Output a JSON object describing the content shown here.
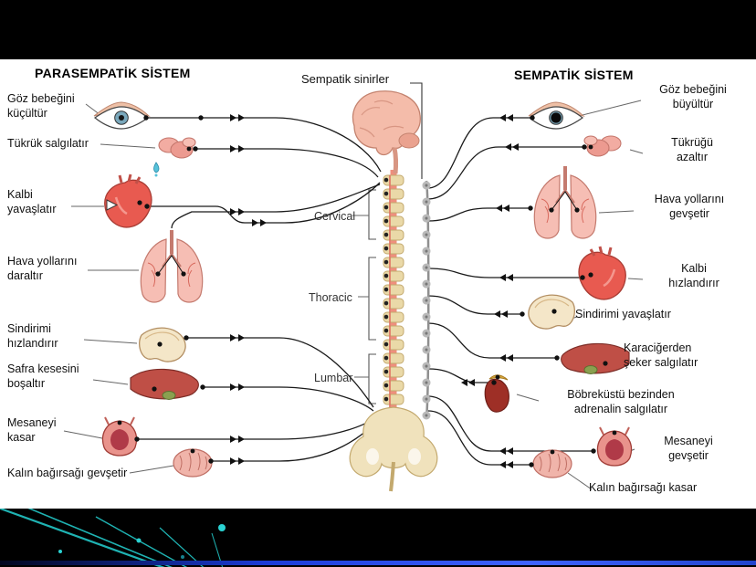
{
  "headers": {
    "parasympathetic": "PARASEMPATİK SİSTEM",
    "sympathetic_nerves": "Sempatik sinirler",
    "sympathetic": "SEMPATİK SİSTEM"
  },
  "spine_regions": {
    "cervical": "Cervical",
    "thoracic": "Thoracic",
    "lumbar": "Lumbar"
  },
  "parasympathetic_effects": [
    "Göz bebeğini\nküçültür",
    "Tükrük salgılatır",
    "Kalbi\nyavaşlatır",
    "Hava yollarını\ndaraltır",
    "Sindirimi\nhızlandırır",
    "Safra kesesini\nboşaltır",
    "Mesaneyi\nkasar",
    "Kalın bağırsağı gevşetir"
  ],
  "sympathetic_effects": [
    "Göz bebeğini\nbüyültür",
    "Tükrüğü\nazaltır",
    "Hava yollarını\ngevşetir",
    "Kalbi\nhızlandırır",
    "Sindirimi yavaşlatır",
    "Karaciğerden\nşeker salgılatır",
    "Böbreküstü bezinden\nadrenalin salgılatır",
    "Mesaneyi\ngevşetir",
    "Kalın bağırsağı kasar"
  ],
  "colors": {
    "slide_background": "#000000",
    "panel_background": "#ffffff",
    "decor_teal": "#1fb3b3",
    "bottom_line_blue": "#2a50e0",
    "organ_red": "#e05a50",
    "spine_beige": "#ead9a8",
    "chain_gray": "#b0b0b0"
  }
}
